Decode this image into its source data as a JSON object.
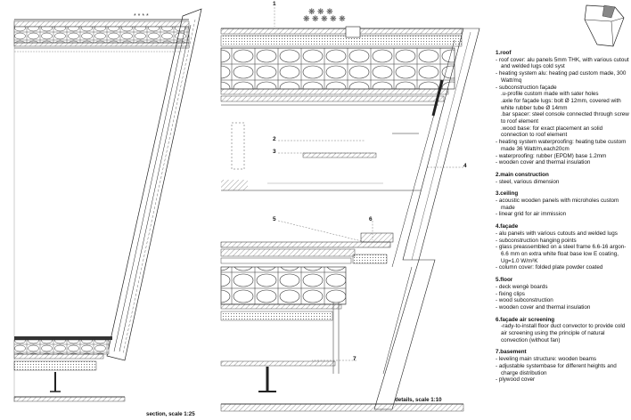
{
  "captions": {
    "section": "section, scale 1:25",
    "details": "details, scale 1:10"
  },
  "callouts": [
    "1",
    "2",
    "3",
    "4",
    "5",
    "6",
    "7"
  ],
  "legend": [
    {
      "title": "1.roof",
      "items": [
        {
          "t": "roof cover: alu panels 5mm THK, with various cutout and welded lugs cold syst"
        },
        {
          "t": "heating system alu: heating pad custom made, 300 Watt/mq"
        },
        {
          "t": "subconstruction façade"
        },
        {
          "t": ".u-profile custom made with sater holes",
          "sub": true
        },
        {
          "t": ".axle for façade lugs: bolt Ø 12mm, covered with white rubber tube Ø 14mm",
          "sub": true
        },
        {
          "t": ".bar spacer: steel console connected through screw to roof element",
          "sub": true
        },
        {
          "t": ".wood base: for exact placement an solid connection to roof element",
          "sub": true
        },
        {
          "t": "heating system waterproofing: heating tube custom made 36 Watt/m,each20cm"
        },
        {
          "t": "waterproofing: rubber (EPDM) base 1.2mm"
        },
        {
          "t": "wooden cover and thermal insulation"
        }
      ]
    },
    {
      "title": "2.main construction",
      "items": [
        {
          "t": "steel, various dimension"
        }
      ]
    },
    {
      "title": "3.ceiling",
      "items": [
        {
          "t": "acoustic wooden panels with microholes custom made"
        },
        {
          "t": "linear grid for air immission"
        }
      ]
    },
    {
      "title": "4.façade",
      "items": [
        {
          "t": "alu panels with various cutouts and welded lugs"
        },
        {
          "t": "subconstruction hanging points"
        },
        {
          "t": "glass preassembled on a steel frame 6.6-16 argon-6.6 mm on extra white float base low E coating, Ug=1.0 W/m²K"
        },
        {
          "t": "column cover: folded plate powder coated"
        }
      ]
    },
    {
      "title": "5.floor",
      "items": [
        {
          "t": "deck wengè boards"
        },
        {
          "t": "fixing clips"
        },
        {
          "t": "wood subconstruction"
        },
        {
          "t": "wooden cover and thermal insulation"
        }
      ]
    },
    {
      "title": "6.façade air screening",
      "items": [
        {
          "t": "-rady-to-install floor duct convector to provide cold air screening using the principle of natural convection (without fan)",
          "sub": true
        }
      ]
    },
    {
      "title": "7.basement",
      "items": [
        {
          "t": "leveling main structure: wooden beams"
        },
        {
          "t": "adjustable systembase for different heights and charge distribution"
        },
        {
          "t": "plywood cover"
        }
      ]
    }
  ]
}
